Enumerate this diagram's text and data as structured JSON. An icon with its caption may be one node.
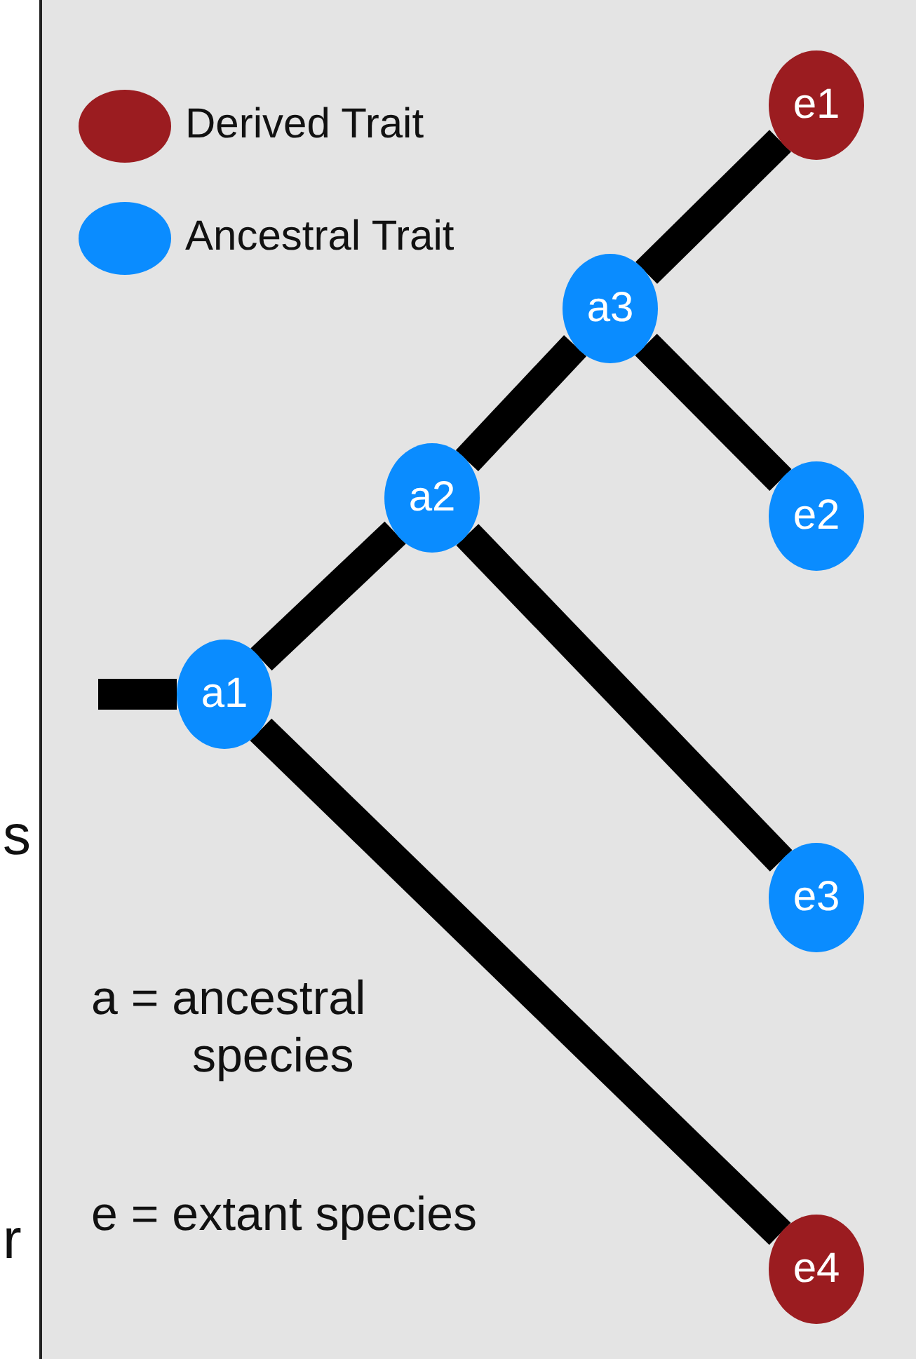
{
  "diagram": {
    "nodes": [
      {
        "text": [
          "e1"
        ]
      },
      {
        "text": [
          "a3"
        ]
      },
      {
        "text": [
          "a2"
        ]
      },
      {
        "text": [
          "e2"
        ]
      },
      {
        "text": [
          "a1"
        ]
      },
      {
        "text": [
          "e3"
        ]
      },
      {
        "text": [
          "e4"
        ]
      }
    ],
    "edges": [
      {
        "from": null,
        "to": 4,
        "arrow": "none"
      },
      {
        "from": 4,
        "to": 2,
        "arrow": "none"
      },
      {
        "from": 2,
        "to": 1,
        "arrow": "none"
      },
      {
        "from": 1,
        "to": 0,
        "arrow": "none"
      },
      {
        "from": 1,
        "to": 3,
        "arrow": "none"
      },
      {
        "from": 2,
        "to": 5,
        "arrow": "none"
      },
      {
        "from": 4,
        "to": 6,
        "arrow": "none"
      }
    ],
    "labels": [
      "s",
      "a = ancestral species",
      "e = extant species",
      "r"
    ],
    "legend": [
      {
        "text": "Derived Trait",
        "color": "#9b1c20"
      },
      {
        "text": "Ancestral Trait",
        "color": "#0a8cff"
      }
    ]
  }
}
